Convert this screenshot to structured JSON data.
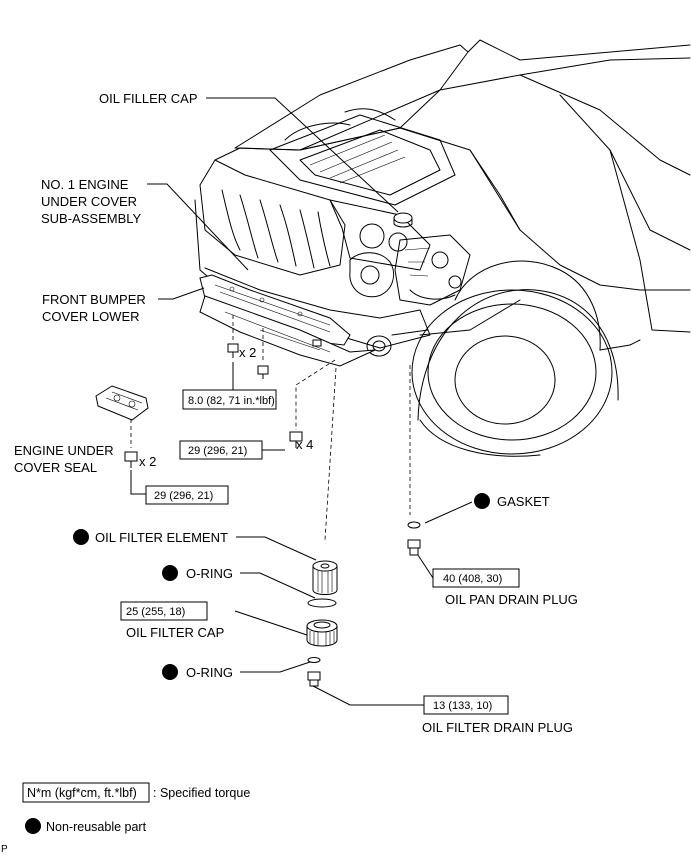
{
  "labels": {
    "oil_filler_cap": "OIL FILLER CAP",
    "no1_engine_under_cover": [
      "NO. 1 ENGINE",
      "UNDER COVER",
      "SUB-ASSEMBLY"
    ],
    "front_bumper_cover_lower": [
      "FRONT BUMPER",
      "COVER LOWER"
    ],
    "engine_under_cover_seal": [
      "ENGINE UNDER",
      "COVER SEAL"
    ],
    "oil_filter_element": "OIL FILTER ELEMENT",
    "o_ring_upper": "O-RING",
    "oil_filter_cap": "OIL FILTER CAP",
    "o_ring_lower": "O-RING",
    "gasket": "GASKET",
    "oil_pan_drain_plug": "OIL PAN DRAIN PLUG",
    "oil_filter_drain_plug": "OIL FILTER DRAIN PLUG"
  },
  "quantities": {
    "bumper_bolts": "x 2",
    "cover_bolts": "x 4",
    "seal_bolts": "x 2"
  },
  "torques": {
    "bumper_lower": "8.0 (82, 71 in.*lbf)",
    "under_cover": "29 (296, 21)",
    "seal": "29 (296, 21)",
    "oil_pan_drain_plug": "40 (408, 30)",
    "oil_filter_cap": "25 (255, 18)",
    "oil_filter_drain_plug": "13 (133, 10)"
  },
  "legend": {
    "torque_box": "N*m (kgf*cm, ft.*lbf)",
    "torque_text": ": Specified torque",
    "nonreusable_text": "Non-reusable part"
  },
  "corner_mark": "P"
}
